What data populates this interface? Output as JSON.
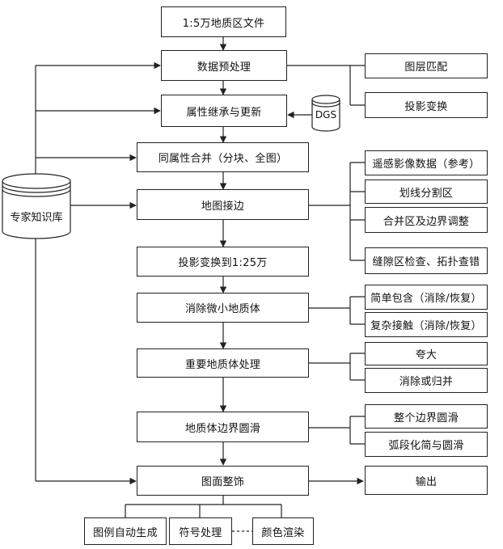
{
  "main_flow": {
    "source_file": "1:5万地质区文件",
    "preprocess": "数据预处理",
    "attribute_inherit": "属性继承与更新",
    "merge_same_attr": "同属性合并（分块、全图）",
    "map_edge_match": "地图接边",
    "projection_change": "投影变换到1:25万",
    "eliminate_small": "消除微小地质体",
    "important_bodies": "重要地质体处理",
    "boundary_smooth": "地质体边界圆滑",
    "map_decoration": "图面整饰"
  },
  "preprocess_branches": [
    "图层匹配",
    "投影变换"
  ],
  "dgs_label": "DGS",
  "knowledge_base": "专家知识库",
  "edge_branches": [
    "遥感影像数据（参考）",
    "划线分割区",
    "合并区及边界调整",
    "缝隙区检查、拓扑查错"
  ],
  "eliminate_branches": [
    "简单包含（消除/恢复）",
    "复杂接触（消除/恢复）"
  ],
  "important_branches": [
    "夸大",
    "消除或归并"
  ],
  "smooth_branches": [
    "整个边界圆滑",
    "弧段化简与圆滑"
  ],
  "output_label": "输出",
  "decoration_children": [
    "图例自动生成",
    "符号处理",
    "颜色渲染"
  ]
}
